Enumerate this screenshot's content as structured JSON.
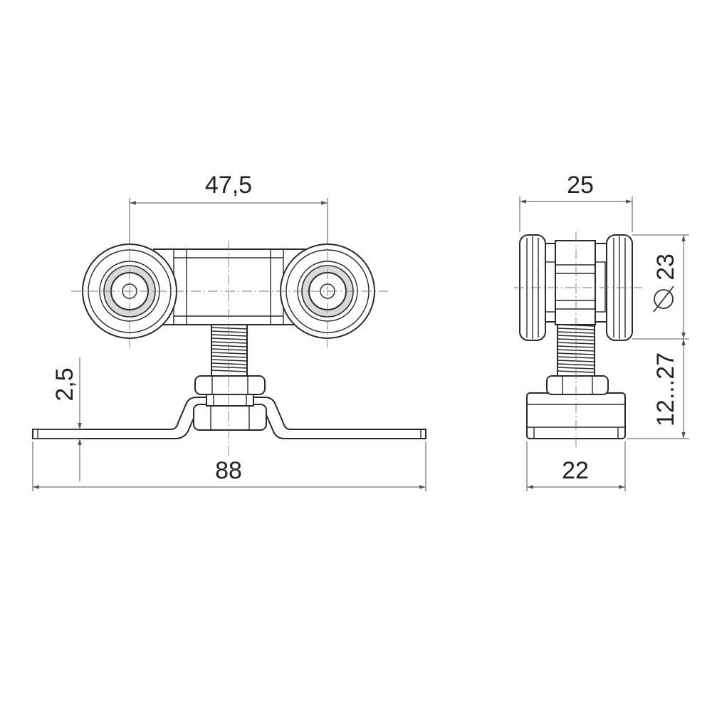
{
  "front_view": {
    "dim_wheel_spacing": "47,5",
    "dim_plate_length": "88",
    "dim_plate_thickness": "2,5"
  },
  "side_view": {
    "dim_width": "25",
    "dim_wheel_diameter": "23",
    "dim_height_range": "12...27",
    "dim_base_width": "22"
  },
  "colors": {
    "line": "#2a2a2a",
    "dimension": "#555555",
    "background": "#ffffff"
  }
}
